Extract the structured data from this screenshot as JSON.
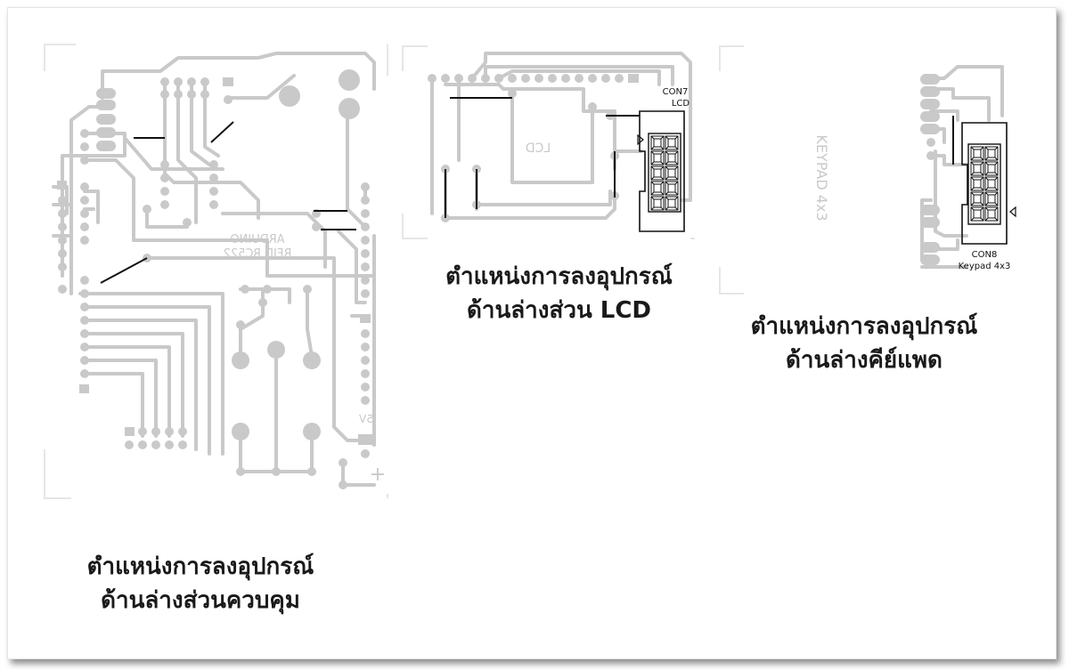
{
  "boards": {
    "control": {
      "silk_line1": "ARDUINO",
      "silk_line2": "RFID RC522",
      "power_label": "5V",
      "plus_symbol": "+"
    },
    "lcd": {
      "silk": "LCD",
      "connector_ref": "CON7",
      "connector_name": "LCD"
    },
    "keypad": {
      "silk": "KEYPAD 4x3",
      "connector_ref": "CON8",
      "connector_name": "Keypad 4x3"
    }
  },
  "captions": {
    "lcd_line1": "ตำแหน่งการลงอุปกรณ์",
    "lcd_line2": "ด้านล่างส่วน LCD",
    "keypad_line1": "ตำแหน่งการลงอุปกรณ์",
    "keypad_line2": "ด้านล่างคีย์แพด",
    "control_line1": "ตำแหน่งการลงอุปกรณ์",
    "control_line2": "ด้านล่างส่วนควบคุม"
  }
}
